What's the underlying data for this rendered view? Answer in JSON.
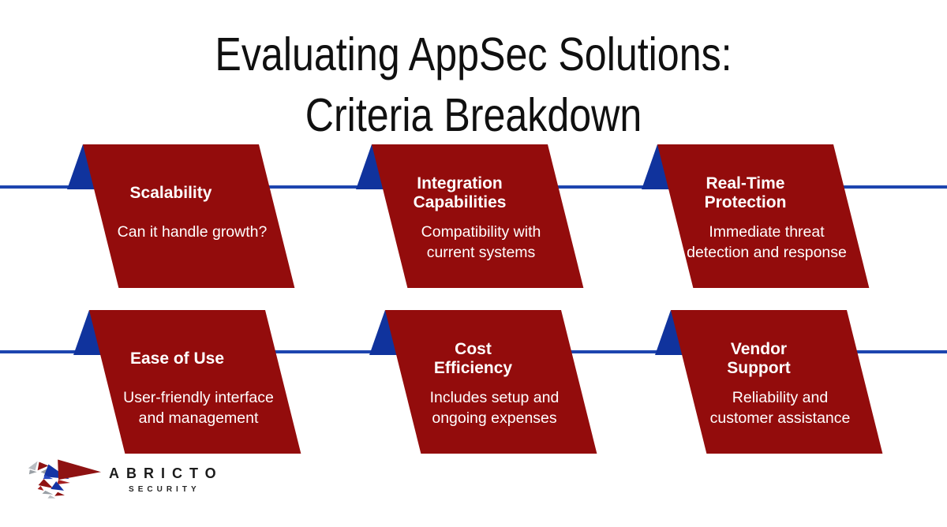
{
  "title": {
    "line1": "Evaluating AppSec Solutions:",
    "line2": "Criteria Breakdown"
  },
  "cards": [
    {
      "id": "scalability",
      "title_lines": [
        "Scalability"
      ],
      "subtitle_lines": [
        "Can it handle growth?"
      ]
    },
    {
      "id": "integration-capabilities",
      "title_lines": [
        "Integration",
        "Capabilities"
      ],
      "subtitle_lines": [
        "Compatibility with",
        "current systems"
      ]
    },
    {
      "id": "real-time-protection",
      "title_lines": [
        "Real-Time",
        "Protection"
      ],
      "subtitle_lines": [
        "Immediate threat",
        "detection and response"
      ]
    },
    {
      "id": "ease-of-use",
      "title_lines": [
        "Ease of Use"
      ],
      "subtitle_lines": [
        "User-friendly interface",
        "and management"
      ]
    },
    {
      "id": "cost-efficiency",
      "title_lines": [
        "Cost",
        "Efficiency"
      ],
      "subtitle_lines": [
        "Includes setup and",
        "ongoing expenses"
      ]
    },
    {
      "id": "vendor-support",
      "title_lines": [
        "Vendor",
        "Support"
      ],
      "subtitle_lines": [
        "Reliability and",
        "customer assistance"
      ]
    }
  ],
  "logo": {
    "name": "ABRICTO",
    "tagline": "SECURITY",
    "icon": "low-poly-raptor"
  },
  "colors": {
    "card_red": "#930C0C",
    "accent_triangle_blue": "#10339D",
    "connector_line_blue": "#1D45AF",
    "title_text": "#101010",
    "card_text": "#FFFFFF",
    "background": "#FFFFFF"
  }
}
